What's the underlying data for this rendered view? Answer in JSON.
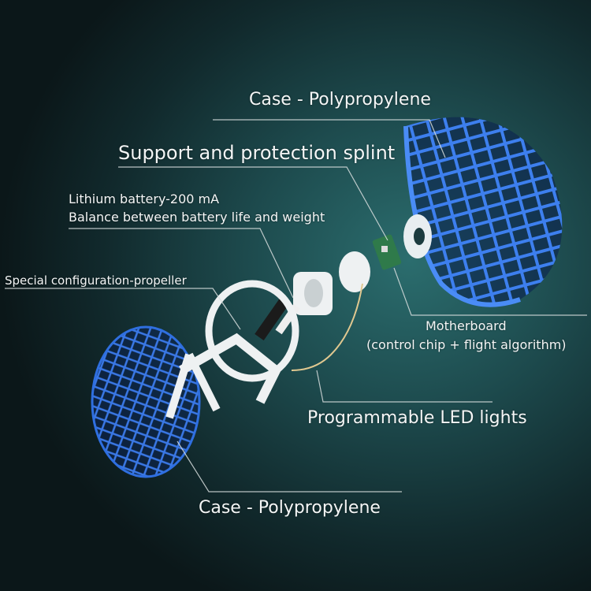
{
  "labels": {
    "case_top": "Case - Polypropylene",
    "splint": "Support and protection splint",
    "battery_line1": "Lithium battery-200 mA",
    "battery_line2": "Balance between battery life and weight",
    "propeller": "Special configuration-propeller",
    "motherboard_line1": "Motherboard",
    "motherboard_line2": "(control chip + flight algorithm)",
    "led": "Programmable LED lights",
    "case_bottom": "Case - Polypropylene"
  },
  "colors": {
    "cage_blue": "#2f6fe0",
    "cage_dark": "#0f2a7a",
    "parts_white": "#eef1f2",
    "leader_line": "#d8dede"
  }
}
